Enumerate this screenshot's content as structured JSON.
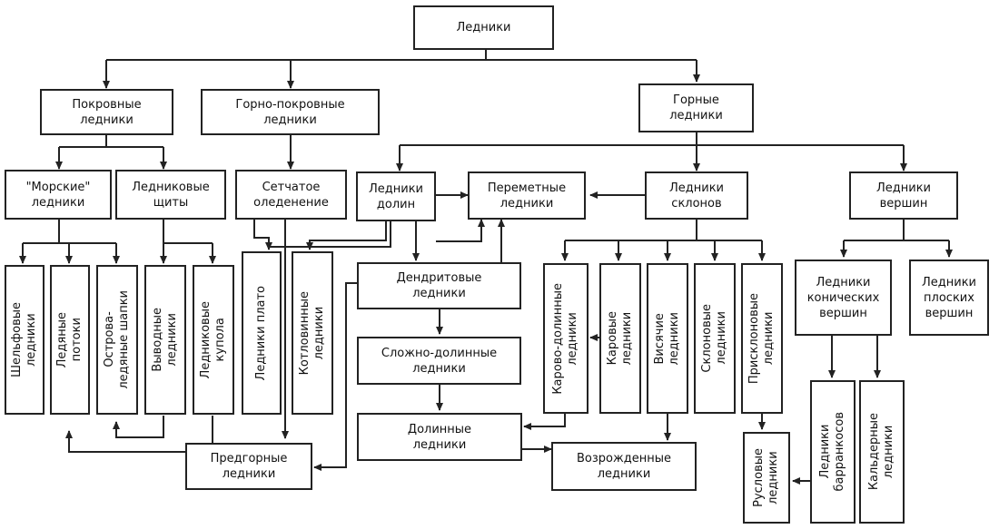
{
  "nodes": {
    "root": "Ледники",
    "pokrovnye": "Покровные\nледники",
    "gorno_pokrovnye": "Горно-покровные\nледники",
    "gornye": "Горные\nледники",
    "morskie": "\"Морские\"\nледники",
    "lednikovye_shchity": "Ледниковые\nщиты",
    "setchatoe": "Сетчатое\nоледенение",
    "ledniki_dolin": "Ледники\nдолин",
    "peremetnye": "Переметные\nледники",
    "ledniki_sklonov": "Ледники\nсклонов",
    "ledniki_vershin": "Ледники\nвершин",
    "shelfovye": "Шельфовые\nледники",
    "ledyanye_potoki": "Ледяные\nпотоки",
    "ostrovnye_shapki": "Острова-\nледяные шапки",
    "vyvodnye": "Выводные\nледники",
    "kupola": "Ледниковые\nкупола",
    "plato": "Ледники плато",
    "kotlovinnye": "Котловинные\nледники",
    "dendritovye": "Дендритовые\nледники",
    "slozhno_dolinnye": "Сложно-долинные\nледники",
    "dolinnye": "Долинные\nледники",
    "predgornye": "Предгорные\nледники",
    "vozrozhdennye": "Возрожденные\nледники",
    "karovo_dolinnye": "Карово-долинные\nледники",
    "karovye": "Каровые\nледники",
    "visyachie": "Висячие\nледники",
    "sklonovye": "Склоновые\nледники",
    "prisklonovye": "Присклоновые\nледники",
    "konicheskih": "Ледники\nконических\nвершин",
    "ploskih": "Ледники\nплоских\nвершин",
    "ruslovye": "Русловые\nледники",
    "barrankosov": "Ледники\nбарранкосов",
    "kaldernye": "Кальдерные\nледники"
  }
}
